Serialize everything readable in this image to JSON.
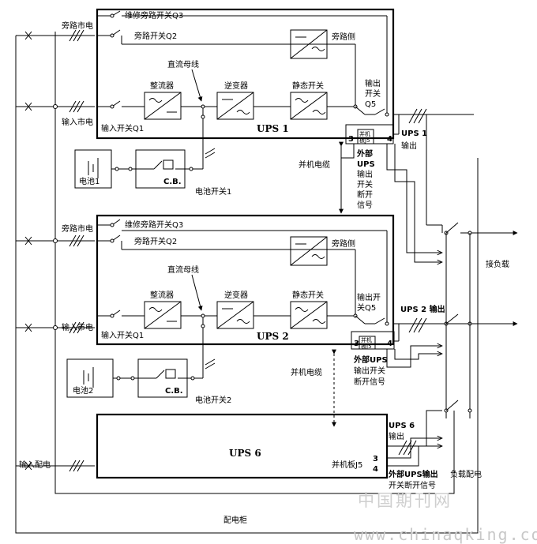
{
  "ups1": {
    "title": "UPS 1",
    "maint_bypass_switch": "维修旁路开关Q3",
    "bypass_switch": "旁路开关Q2",
    "bypass_side": "旁路侧",
    "bypass_mains": "旁路市电",
    "input_mains": "输入市电",
    "input_switch": "输入开关Q1",
    "dc_bus": "直流母线",
    "rectifier": "整流器",
    "inverter": "逆变器",
    "static_switch": "静态开关",
    "output_switch_lines": [
      "输出",
      "开关",
      "Q5"
    ],
    "output_label_lines": [
      "UPS 1",
      "输出"
    ],
    "battery": "电池1",
    "cb": "C.B.",
    "battery_switch": "电池开关1",
    "board_lines": [
      "并机",
      "板J5"
    ],
    "pin3": "3",
    "pin4": "4",
    "ext_signal_lines": [
      "外部",
      "UPS",
      "输出",
      "开关",
      "断开",
      "信号"
    ]
  },
  "parallel_cable_1": "并机电缆",
  "ups2": {
    "title": "UPS 2",
    "maint_bypass_switch": "维修旁路开关Q3",
    "bypass_switch": "旁路开关Q2",
    "bypass_side": "旁路侧",
    "bypass_mains": "旁路市电",
    "input_mains": "输入市电",
    "input_switch": "输入开关Q1",
    "dc_bus": "直流母线",
    "rectifier": "整流器",
    "inverter": "逆变器",
    "static_switch": "静态开关",
    "output_switch_lines": [
      "输出开",
      "关Q5"
    ],
    "output_label": "UPS 2 输出",
    "battery": "电池2",
    "cb": "C.B.",
    "battery_switch": "电池开关2",
    "board_lines": [
      "并机",
      "板J5"
    ],
    "pin3": "3",
    "pin4": "4",
    "ext_signal_lines": [
      "外部UPS",
      "输出开关",
      "断开信号"
    ]
  },
  "parallel_cable_2": "并机电缆",
  "ups6": {
    "title": "UPS 6",
    "input_dist": "输入配电",
    "output_label_lines": [
      "UPS 6",
      "输出"
    ],
    "board": "并机板J5",
    "pin3": "3",
    "pin4": "4",
    "ext_signal_lines": [
      "外部UPS输出",
      "开关断开信号"
    ]
  },
  "load": "接负载",
  "load_dist": "负载配电",
  "cabinet": "配电柜",
  "watermark_cn": "中国期刊网",
  "watermark_url": "www.chinaqking.com"
}
